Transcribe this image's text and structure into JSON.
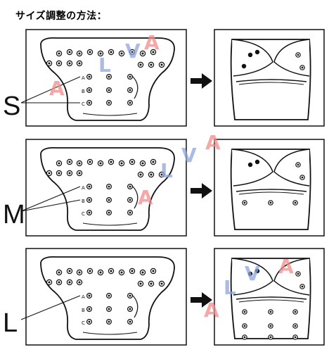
{
  "title": "サイズ調整の方法：",
  "watermark": "ALVA",
  "rows": [
    {
      "size": "S",
      "snaps": [
        "A",
        "B",
        "C"
      ]
    },
    {
      "size": "M",
      "snaps": [
        "A",
        "B",
        "C"
      ]
    },
    {
      "size": "L",
      "snaps": [
        "A",
        "B",
        "C"
      ]
    }
  ],
  "colors": {
    "watermark_red": "#f28b8b",
    "watermark_blue": "#8ea6de",
    "ink": "#111111"
  }
}
